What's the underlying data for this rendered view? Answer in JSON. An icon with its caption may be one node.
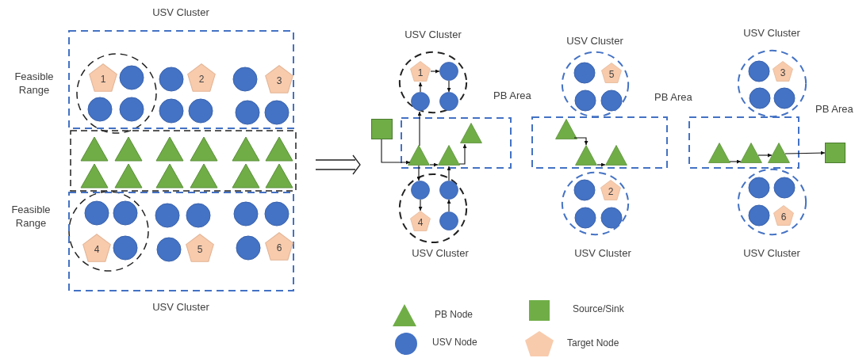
{
  "diagram": {
    "nodes": [
      {
        "text": [
          "USV Cluster"
        ]
      },
      {
        "text": [
          "1"
        ],
        "in": 0
      },
      {
        "text": [
          "2"
        ],
        "in": 0
      },
      {
        "text": [
          "3"
        ],
        "in": 0
      },
      {
        "text": [
          "USV Cluster"
        ]
      },
      {
        "text": [
          "4"
        ],
        "in": 4
      },
      {
        "text": [
          "5"
        ],
        "in": 4
      },
      {
        "text": [
          "6"
        ],
        "in": 4
      },
      {
        "text": [
          "USV Cluster"
        ]
      },
      {
        "text": [
          "1"
        ],
        "in": 8
      },
      {
        "text": [],
        "shape": "circle",
        "in": 8
      },
      {
        "text": [],
        "shape": "circle",
        "in": 8
      },
      {
        "text": [],
        "shape": "circle",
        "in": 8
      },
      {
        "text": [],
        "shape": "box"
      },
      {
        "text": [
          "PB Area"
        ]
      },
      {
        "text": [],
        "shape": "triangle",
        "in": 14
      },
      {
        "text": [],
        "shape": "triangle",
        "in": 14
      },
      {
        "text": [],
        "shape": "triangle",
        "in": 14
      },
      {
        "text": [
          "USV Cluster"
        ]
      },
      {
        "text": [],
        "shape": "circle",
        "in": 18
      },
      {
        "text": [],
        "shape": "circle",
        "in": 18
      },
      {
        "text": [
          "4"
        ],
        "in": 18
      },
      {
        "text": [],
        "shape": "circle",
        "in": 18
      },
      {
        "text": [
          "USV Cluster"
        ]
      },
      {
        "text": [
          "5"
        ],
        "in": 23
      },
      {
        "text": [
          "PB Area"
        ]
      },
      {
        "text": [],
        "shape": "triangle",
        "in": 25
      },
      {
        "text": [],
        "shape": "triangle",
        "in": 25
      },
      {
        "text": [],
        "shape": "triangle",
        "in": 25
      },
      {
        "text": [
          "USV Cluster"
        ]
      },
      {
        "text": [
          "2"
        ],
        "in": 29
      },
      {
        "text": [
          "USV Cluster"
        ]
      },
      {
        "text": [
          "3"
        ],
        "in": 31
      },
      {
        "text": [
          "PB Area"
        ]
      },
      {
        "text": [],
        "shape": "triangle",
        "in": 33
      },
      {
        "text": [],
        "shape": "triangle",
        "in": 33
      },
      {
        "text": [],
        "shape": "triangle",
        "in": 33
      },
      {
        "text": [],
        "shape": "box"
      },
      {
        "text": [
          "USV Cluster"
        ]
      },
      {
        "text": [
          "6"
        ],
        "in": 38
      }
    ],
    "edges": [
      {
        "from": 13,
        "to": 15,
        "arrow": "to"
      },
      {
        "from": 15,
        "to": 16,
        "arrow": "to"
      },
      {
        "from": 16,
        "to": 17,
        "arrow": "to"
      },
      {
        "from": 15,
        "to": 11,
        "arrow": "to"
      },
      {
        "from": 11,
        "to": 9,
        "arrow": "to"
      },
      {
        "from": 9,
        "to": 10,
        "arrow": "to"
      },
      {
        "from": 10,
        "to": 12,
        "arrow": "to"
      },
      {
        "from": 15,
        "to": 19,
        "arrow": "to"
      },
      {
        "from": 19,
        "to": 21,
        "arrow": "to"
      },
      {
        "from": 22,
        "to": 20,
        "arrow": "to"
      },
      {
        "from": 20,
        "to": 16,
        "arrow": "to"
      },
      {
        "from": 26,
        "to": 27,
        "arrow": "to"
      },
      {
        "from": 27,
        "to": 28,
        "arrow": "to"
      },
      {
        "from": 34,
        "to": 35,
        "arrow": "to"
      },
      {
        "from": 35,
        "to": 36,
        "arrow": "to"
      },
      {
        "from": 36,
        "to": 37,
        "arrow": "to"
      }
    ],
    "labels": [
      "Feasible Range",
      "Feasible Range"
    ],
    "legend": [
      {
        "text": "PB Node",
        "color": "#70ad47"
      },
      {
        "text": "Source/Sink",
        "color": "#70ad47"
      },
      {
        "text": "USV Node",
        "color": "#4472c4"
      },
      {
        "text": "Target Node",
        "color": "#f8cbad"
      }
    ]
  }
}
